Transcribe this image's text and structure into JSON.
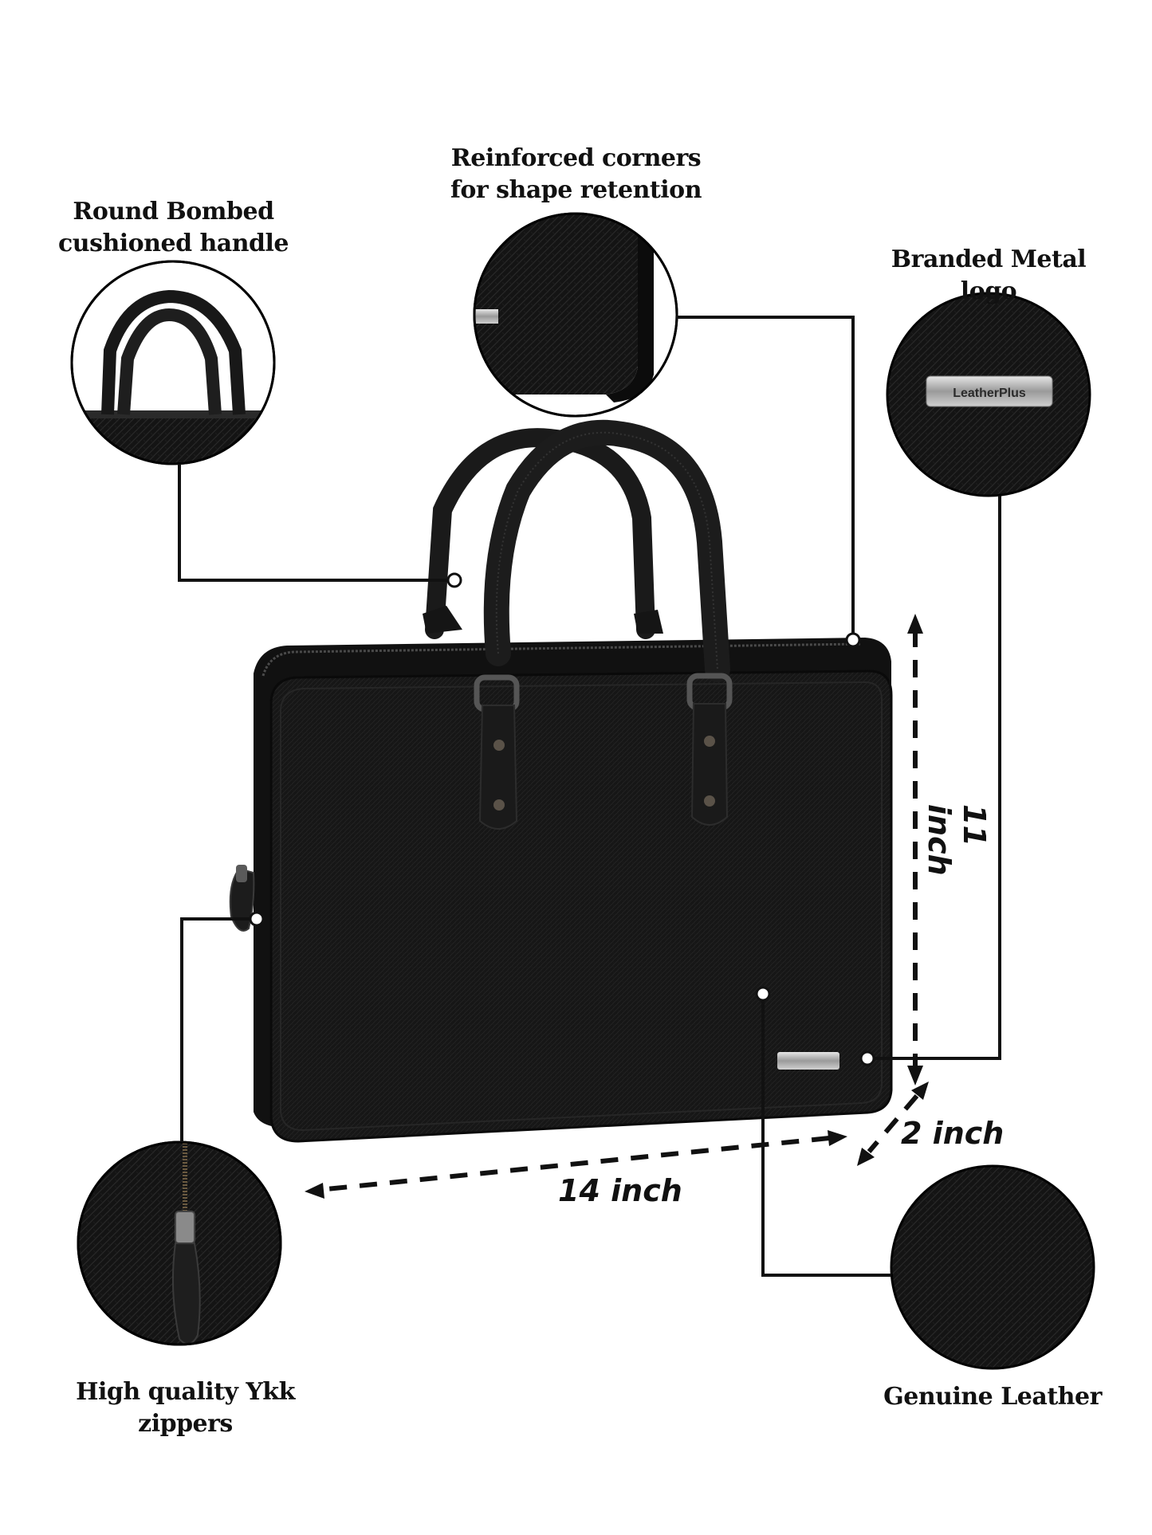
{
  "features": {
    "handle": "Round Bombed cushioned handle",
    "corners": "Reinforced corners for shape retention",
    "logo": "Branded Metal logo",
    "zippers": "High quality Ykk zippers",
    "leather": "Genuine Leather"
  },
  "dimensions": {
    "height": "11 inch",
    "width": "14 inch",
    "depth": "2 inch"
  },
  "brand": {
    "plate_text": "LeatherPlus"
  },
  "colors": {
    "bag": "#141414",
    "line": "#111111",
    "background": "#ffffff"
  }
}
